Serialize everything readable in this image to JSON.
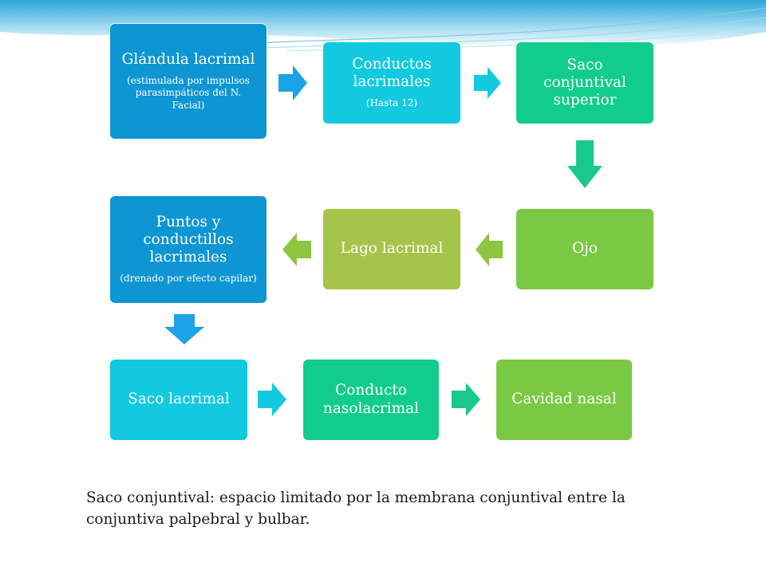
{
  "colors": {
    "blue": "#0e95d3",
    "cyan": "#12c9e0",
    "teal": "#12cc8c",
    "green": "#7ac943",
    "olive": "#a6c34a",
    "arrow_blue": "#1aa3e6",
    "arrow_teal": "#19c98a",
    "arrow_green": "#8cc640"
  },
  "nodes": {
    "glandula": {
      "title": "Glándula lacrimal",
      "sub": "(estimulada por impulsos parasimpáticos del N. Facial)"
    },
    "conductos": {
      "title": "Conductos lacrimales",
      "sub": "(Hasta 12)"
    },
    "saco_conj": {
      "title": "Saco conjuntival superior"
    },
    "ojo": {
      "title": "Ojo"
    },
    "lago": {
      "title": "Lago lacrimal"
    },
    "puntos": {
      "title": "Puntos y conductillos lacrimales",
      "sub": "(drenado por efecto capilar)"
    },
    "saco_lac": {
      "title": "Saco lacrimal"
    },
    "nasolac": {
      "title": "Conducto nasolacrimal"
    },
    "cavidad": {
      "title": "Cavidad nasal"
    }
  },
  "note": "Saco conjuntival: espacio limitado por la membrana conjuntival entre la conjuntiva palpebral y bulbar."
}
